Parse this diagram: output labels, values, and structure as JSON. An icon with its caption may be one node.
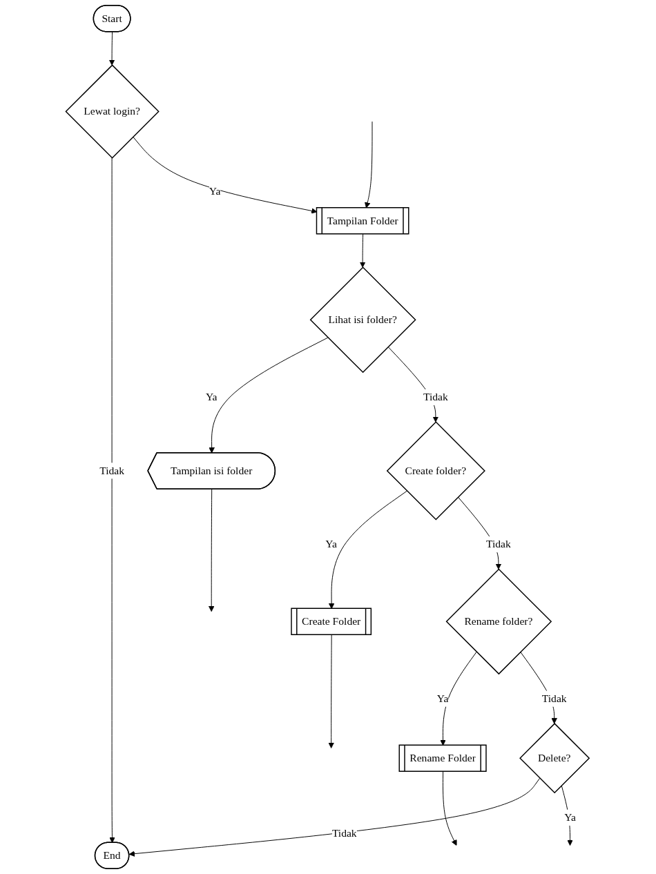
{
  "diagram": {
    "nodes": [
      {
        "text": [
          "Start"
        ]
      },
      {
        "text": [
          "Lewat login?"
        ]
      },
      {
        "text": [
          "End"
        ]
      },
      {
        "text": [
          "Tampilan Folder"
        ]
      },
      {
        "text": [
          "Lihat isi folder?"
        ]
      },
      {
        "text": [
          "Tampilan isi folder"
        ]
      },
      {
        "text": [
          "Create folder?"
        ]
      },
      {
        "text": [
          "Create Folder"
        ]
      },
      {
        "text": [
          "Rename folder?"
        ]
      },
      {
        "text": [
          "Rename Folder"
        ]
      },
      {
        "text": [
          "Delete?"
        ]
      }
    ],
    "edges": [
      {
        "from": 0,
        "to": 1,
        "arrow": "to"
      },
      {
        "from": 1,
        "to": 2,
        "arrow": "to",
        "label": "Tidak"
      },
      {
        "from": 1,
        "to": 3,
        "arrow": "to",
        "label": "Ya"
      },
      {
        "from": null,
        "to": 3,
        "arrow": "to"
      },
      {
        "from": 3,
        "to": 4,
        "arrow": "to"
      },
      {
        "from": 4,
        "to": 5,
        "arrow": "to",
        "label": "Ya"
      },
      {
        "from": 5,
        "to": null,
        "arrow": "to"
      },
      {
        "from": 4,
        "to": 6,
        "arrow": "to",
        "label": "Tidak"
      },
      {
        "from": 6,
        "to": 7,
        "arrow": "to",
        "label": "Ya"
      },
      {
        "from": 7,
        "to": null,
        "arrow": "to"
      },
      {
        "from": 6,
        "to": 8,
        "arrow": "to",
        "label": "Tidak"
      },
      {
        "from": 8,
        "to": 9,
        "arrow": "to",
        "label": "Ya"
      },
      {
        "from": 9,
        "to": null,
        "arrow": "to"
      },
      {
        "from": 8,
        "to": 10,
        "arrow": "to",
        "label": "Tidak"
      },
      {
        "from": 10,
        "to": 2,
        "arrow": "to",
        "label": "Tidak"
      },
      {
        "from": 10,
        "to": null,
        "arrow": "to",
        "label": "Ya"
      }
    ]
  }
}
